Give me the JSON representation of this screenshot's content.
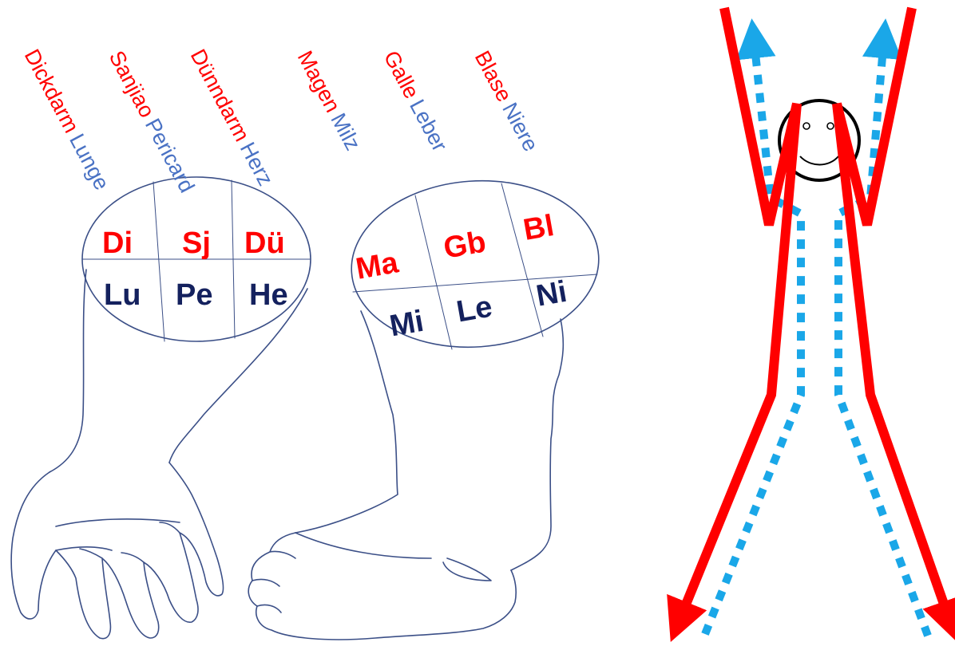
{
  "colors": {
    "yang": "#ff0000",
    "yin_label": "#4a72c4",
    "yin_abbr": "#14215e",
    "outline": "#3b4f87",
    "flow_blue": "#1aa7e8",
    "line_red": "#ff0000",
    "face": "#000000"
  },
  "arm": {
    "channels": [
      {
        "yang_name": "Dickdarm",
        "yin_name": "Lunge",
        "yang_abbr": "Di",
        "yin_abbr": "Lu"
      },
      {
        "yang_name": "Sanjiao",
        "yin_name": "Pericard",
        "yang_abbr": "Sj",
        "yin_abbr": "Pe"
      },
      {
        "yang_name": "Dünndarm",
        "yin_name": "Herz",
        "yang_abbr": "Dü",
        "yin_abbr": "He"
      }
    ]
  },
  "leg": {
    "channels": [
      {
        "yang_name": "Magen",
        "yin_name": "Milz",
        "yang_abbr": "Ma",
        "yin_abbr": "Mi"
      },
      {
        "yang_name": "Galle",
        "yin_name": "Leber",
        "yang_abbr": "Gb",
        "yin_abbr": "Le"
      },
      {
        "yang_name": "Blase",
        "yin_name": "Niere",
        "yang_abbr": "Bl",
        "yin_abbr": "Ni"
      }
    ]
  },
  "figure": {
    "face_icon": "smiley-face-icon",
    "yang_line_icon": "red-solid-arrow-icon",
    "yin_line_icon": "blue-dotted-arrow-icon"
  }
}
